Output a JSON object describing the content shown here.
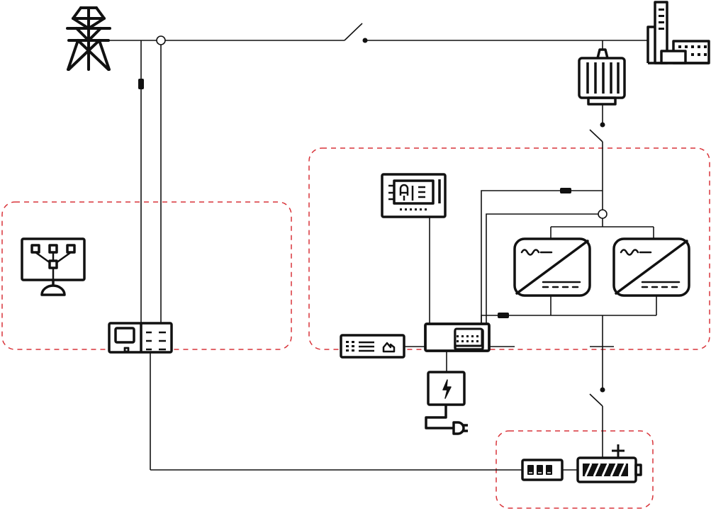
{
  "diagram": {
    "kind": "power-system single-line schematic",
    "colors": {
      "line": "#111111",
      "group_border": "#d9343a",
      "background": "#ffffff"
    },
    "groups": [
      "control-group",
      "conversion-group",
      "storage-group"
    ],
    "icons": [
      "transmission-tower-icon",
      "factory-icon",
      "transformer-icon",
      "monitoring-screen-icon",
      "meter-cabinet-icon",
      "hmi-panel-icon",
      "network-router-icon",
      "energy-controller-icon",
      "inverter-icon",
      "charger-icon",
      "plug-icon",
      "battery-module-icon",
      "battery-icon"
    ]
  }
}
